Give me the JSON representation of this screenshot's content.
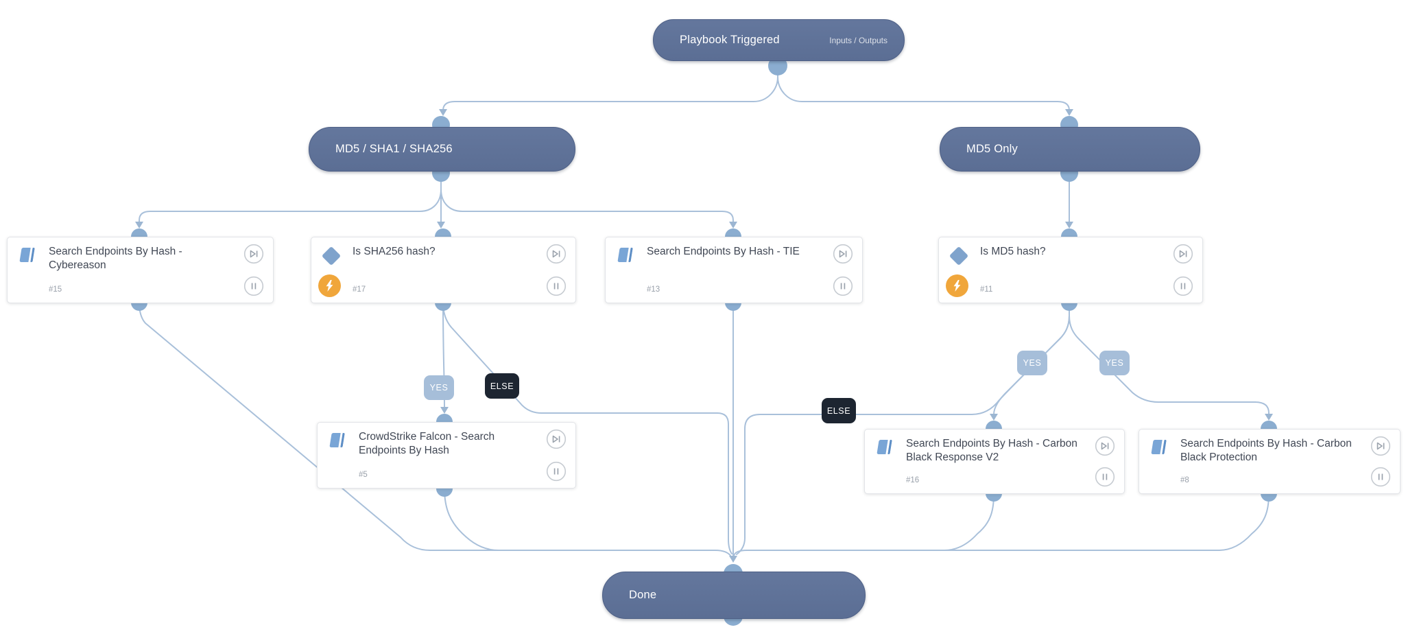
{
  "app": "playbook-workflow-editor",
  "nodes": {
    "playbook": {
      "label": "Playbook Triggered",
      "link": "Inputs / Outputs"
    },
    "branch_md5_sha1_sha256": {
      "label": "MD5 / SHA1 / SHA256"
    },
    "branch_md5_only": {
      "label": "MD5 Only"
    },
    "done": {
      "label": "Done"
    }
  },
  "tasks": [
    {
      "id": "#15",
      "title": "Search Endpoints By Hash - Cybereason",
      "type": "sub-playbook"
    },
    {
      "id": "#17",
      "title": "Is SHA256 hash?",
      "type": "condition"
    },
    {
      "id": "#13",
      "title": "Search Endpoints By Hash - TIE",
      "type": "sub-playbook"
    },
    {
      "id": "#11",
      "title": "Is MD5 hash?",
      "type": "condition"
    },
    {
      "id": "#5",
      "title": "CrowdStrike Falcon - Search Endpoints By Hash",
      "type": "sub-playbook"
    },
    {
      "id": "#16",
      "title": "Search Endpoints By Hash - Carbon Black Response V2",
      "type": "sub-playbook"
    },
    {
      "id": "#8",
      "title": "Search Endpoints By Hash - Carbon Black Protection",
      "type": "sub-playbook"
    }
  ],
  "edge_labels": {
    "yes": "YES",
    "else": "ELSE"
  },
  "icons": [
    "book-icon",
    "diamond-condition-icon",
    "bolt-icon",
    "skip-task-icon",
    "pause-task-icon"
  ],
  "colors": {
    "node_fill": "#5b6e94",
    "node_fill_light": "#64779d",
    "node_border": "#4d5f85",
    "connector": "#a9c0da",
    "connector_arrow": "#9cb6d2",
    "dot": "#8badd0",
    "yes_badge": "#a6bed9",
    "else_badge": "#1d2531",
    "card_border": "#e2e4e8",
    "title_color": "#404754",
    "id_color": "#99a0aa"
  }
}
